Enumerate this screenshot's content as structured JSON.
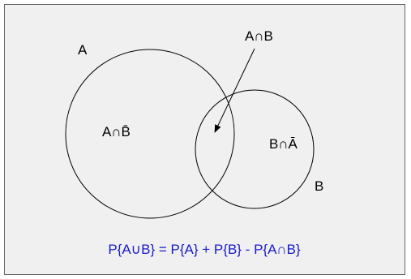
{
  "colors": {
    "panel_background": "#f0f0f0",
    "panel_border": "#666666",
    "outline": "#000000",
    "formula_text": "#1a1acc"
  },
  "labels": {
    "set_a": "A",
    "set_b": "B",
    "intersection": "A∩B",
    "a_only": "A∩B̄",
    "b_only": "B∩Ā"
  },
  "formula": "P{A∪B} = P{A} + P{B} - P{A∩B}"
}
